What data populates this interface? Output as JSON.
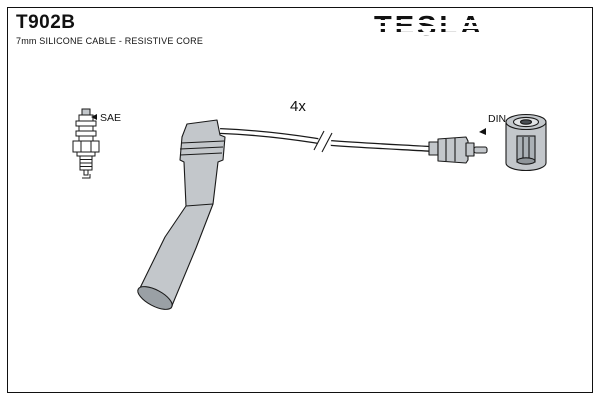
{
  "header": {
    "part_number": "T902B",
    "subtitle": "7mm SILICONE CABLE - RESISTIVE CORE",
    "brand": "TESLA"
  },
  "diagram": {
    "quantity_label": "4x",
    "spark_plug_label": "SAE",
    "connector_label": "DIN"
  },
  "colors": {
    "part_fill": "#c3c7cb",
    "part_fill_dark": "#9aa0a5",
    "outline": "#1a1a1a",
    "background": "#ffffff"
  }
}
